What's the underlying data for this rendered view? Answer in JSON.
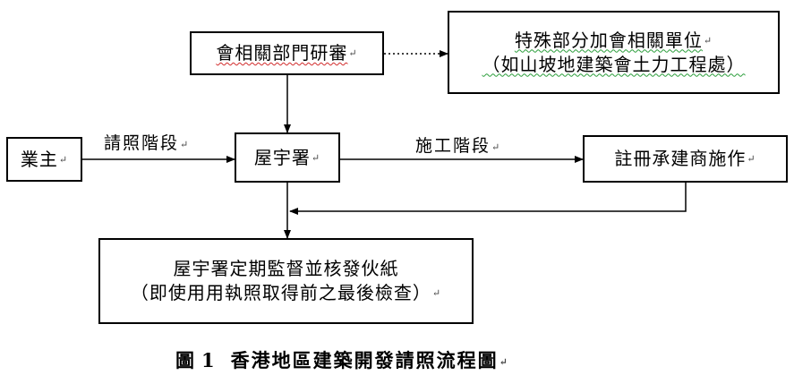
{
  "nodes": {
    "review_dept": {
      "label": "會相關部門研審",
      "mark": "↵"
    },
    "special_units": {
      "line1": "特殊部分加會相關單位",
      "line2": "（如山坡地建築會土力工程處）",
      "mark": "↵"
    },
    "owner": {
      "label": "業主",
      "mark": "↵"
    },
    "buildings_dept": {
      "label": "屋宇署",
      "mark": "↵"
    },
    "contractor": {
      "label": "註冊承建商施作",
      "mark": "↵"
    },
    "inspection": {
      "line1": "屋宇署定期監督並核發伙紙",
      "line2": "（即使用用執照取得前之最後檢查）",
      "mark": "↵"
    }
  },
  "edges": {
    "permit_stage": {
      "label": "請照階段",
      "mark": "↵"
    },
    "construction_stage": {
      "label": "施工階段",
      "mark": "↵"
    }
  },
  "caption": {
    "prefix": "圖",
    "number": "1",
    "title": "香港地區建築開發請照流程圖",
    "mark": "↵"
  }
}
